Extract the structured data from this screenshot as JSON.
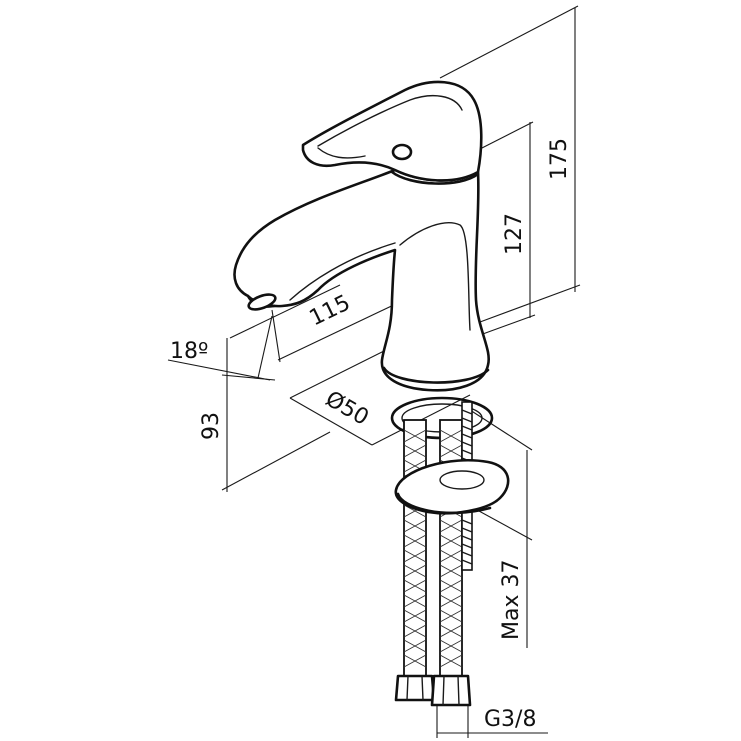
{
  "dimensions": {
    "height_total": "175",
    "height_spout": "127",
    "spout_reach": "115",
    "spout_angle": "18º",
    "spout_height": "93",
    "base_diameter": "Ø50",
    "max_counter": "Max 37",
    "thread": "G3/8"
  },
  "colors": {
    "line": "#111111",
    "background": "#ffffff"
  }
}
